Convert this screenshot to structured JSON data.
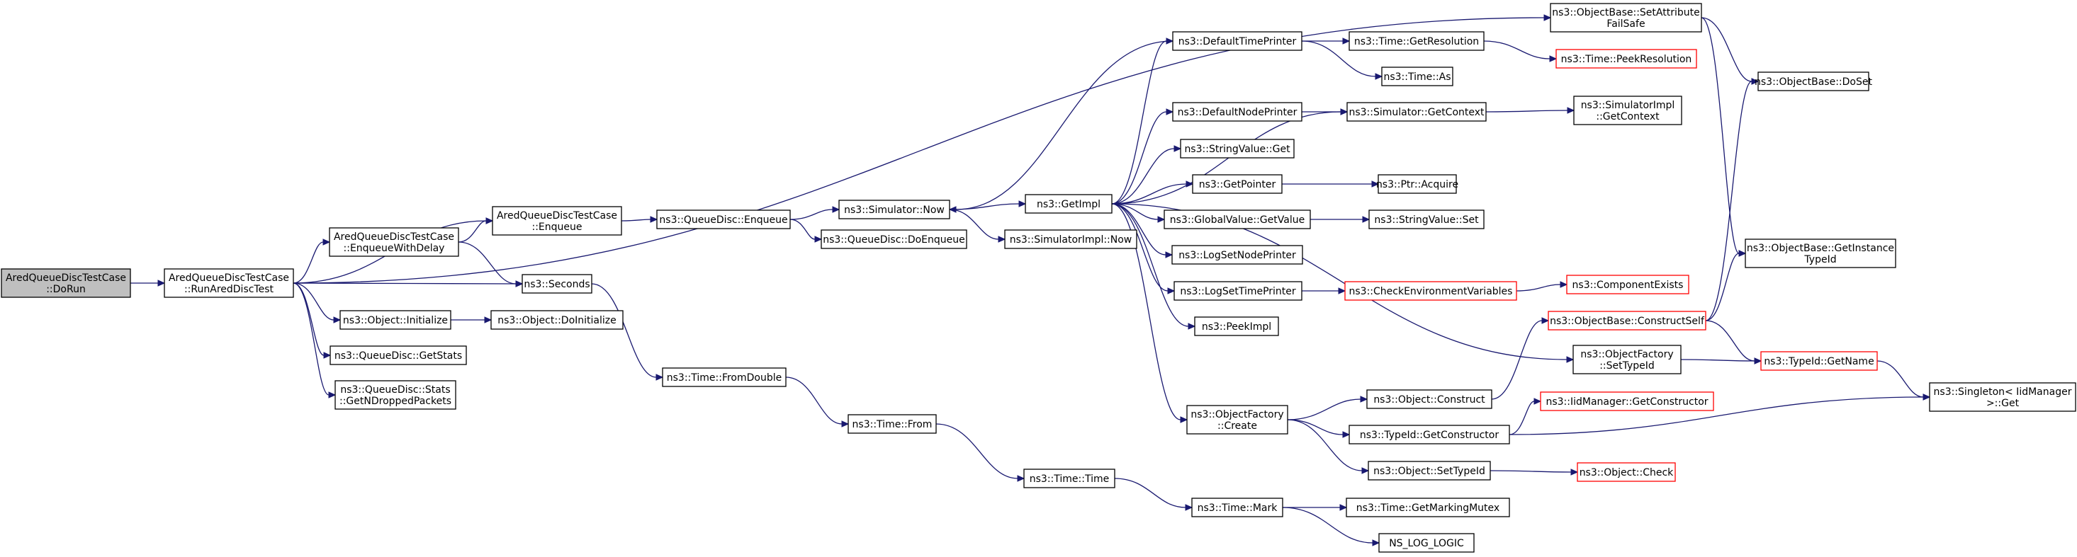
{
  "nodes": [
    {
      "id": "dorun",
      "lines": [
        "AredQueueDiscTestCase",
        "::DoRun"
      ],
      "style": "root"
    },
    {
      "id": "runared",
      "lines": [
        "AredQueueDiscTestCase",
        "::RunAredDiscTest"
      ],
      "style": "normal"
    },
    {
      "id": "enqwd",
      "lines": [
        "AredQueueDiscTestCase",
        "::EnqueueWithDelay"
      ],
      "style": "normal"
    },
    {
      "id": "enq",
      "lines": [
        "AredQueueDiscTestCase",
        "::Enqueue"
      ],
      "style": "normal"
    },
    {
      "id": "seconds",
      "lines": [
        "ns3::Seconds"
      ],
      "style": "normal"
    },
    {
      "id": "objinit",
      "lines": [
        "ns3::Object::Initialize"
      ],
      "style": "normal"
    },
    {
      "id": "getstats",
      "lines": [
        "ns3::QueueDisc::GetStats"
      ],
      "style": "normal"
    },
    {
      "id": "getndrop",
      "lines": [
        "ns3::QueueDisc::Stats",
        "::GetNDroppedPackets"
      ],
      "style": "normal"
    },
    {
      "id": "qdenq",
      "lines": [
        "ns3::QueueDisc::Enqueue"
      ],
      "style": "normal"
    },
    {
      "id": "doinit",
      "lines": [
        "ns3::Object::DoInitialize"
      ],
      "style": "normal"
    },
    {
      "id": "fromdouble",
      "lines": [
        "ns3::Time::FromDouble"
      ],
      "style": "normal"
    },
    {
      "id": "simnow",
      "lines": [
        "ns3::Simulator::Now"
      ],
      "style": "normal"
    },
    {
      "id": "doenq",
      "lines": [
        "ns3::QueueDisc::DoEnqueue"
      ],
      "style": "normal"
    },
    {
      "id": "timefrom",
      "lines": [
        "ns3::Time::From"
      ],
      "style": "normal"
    },
    {
      "id": "getimpl",
      "lines": [
        "ns3::GetImpl"
      ],
      "style": "normal"
    },
    {
      "id": "simimplnow",
      "lines": [
        "ns3::SimulatorImpl::Now"
      ],
      "style": "normal"
    },
    {
      "id": "timetime",
      "lines": [
        "ns3::Time::Time"
      ],
      "style": "normal"
    },
    {
      "id": "deftp",
      "lines": [
        "ns3::DefaultTimePrinter"
      ],
      "style": "normal"
    },
    {
      "id": "defnp",
      "lines": [
        "ns3::DefaultNodePrinter"
      ],
      "style": "normal"
    },
    {
      "id": "strget",
      "lines": [
        "ns3::StringValue::Get"
      ],
      "style": "normal"
    },
    {
      "id": "getptr",
      "lines": [
        "ns3::GetPointer"
      ],
      "style": "normal"
    },
    {
      "id": "gvget",
      "lines": [
        "ns3::GlobalValue::GetValue"
      ],
      "style": "normal"
    },
    {
      "id": "lsnp",
      "lines": [
        "ns3::LogSetNodePrinter"
      ],
      "style": "normal"
    },
    {
      "id": "lstp",
      "lines": [
        "ns3::LogSetTimePrinter"
      ],
      "style": "normal"
    },
    {
      "id": "peekimpl",
      "lines": [
        "ns3::PeekImpl"
      ],
      "style": "normal"
    },
    {
      "id": "ofcreate",
      "lines": [
        "ns3::ObjectFactory",
        "::Create"
      ],
      "style": "normal"
    },
    {
      "id": "timemark",
      "lines": [
        "ns3::Time::Mark"
      ],
      "style": "normal"
    },
    {
      "id": "getres",
      "lines": [
        "ns3::Time::GetResolution"
      ],
      "style": "normal"
    },
    {
      "id": "timeas",
      "lines": [
        "ns3::Time::As"
      ],
      "style": "normal"
    },
    {
      "id": "simgetctx",
      "lines": [
        "ns3::Simulator::GetContext"
      ],
      "style": "normal"
    },
    {
      "id": "ptracq",
      "lines": [
        "ns3::Ptr::Acquire"
      ],
      "style": "normal"
    },
    {
      "id": "strset",
      "lines": [
        "ns3::StringValue::Set"
      ],
      "style": "normal"
    },
    {
      "id": "checkenv",
      "lines": [
        "ns3::CheckEnvironmentVariables"
      ],
      "style": "trunc"
    },
    {
      "id": "objconstruct",
      "lines": [
        "ns3::Object::Construct"
      ],
      "style": "normal"
    },
    {
      "id": "tidgetctor",
      "lines": [
        "ns3::TypeId::GetConstructor"
      ],
      "style": "normal"
    },
    {
      "id": "objsettid",
      "lines": [
        "ns3::Object::SetTypeId"
      ],
      "style": "normal"
    },
    {
      "id": "getmarkmutex",
      "lines": [
        "ns3::Time::GetMarkingMutex"
      ],
      "style": "normal"
    },
    {
      "id": "nslog",
      "lines": [
        "NS_LOG_LOGIC"
      ],
      "style": "normal"
    },
    {
      "id": "setattrfs",
      "lines": [
        "ns3::ObjectBase::SetAttribute",
        "FailSafe"
      ],
      "style": "normal"
    },
    {
      "id": "peekres",
      "lines": [
        "ns3::Time::PeekResolution"
      ],
      "style": "trunc"
    },
    {
      "id": "simimplgetctx",
      "lines": [
        "ns3::SimulatorImpl",
        "::GetContext"
      ],
      "style": "normal"
    },
    {
      "id": "compexists",
      "lines": [
        "ns3::ComponentExists"
      ],
      "style": "trunc"
    },
    {
      "id": "obconstructself",
      "lines": [
        "ns3::ObjectBase::ConstructSelf"
      ],
      "style": "trunc"
    },
    {
      "id": "ofsettid",
      "lines": [
        "ns3::ObjectFactory",
        "::SetTypeId"
      ],
      "style": "normal"
    },
    {
      "id": "iidgetctor",
      "lines": [
        "ns3::IidManager::GetConstructor"
      ],
      "style": "trunc"
    },
    {
      "id": "objcheck",
      "lines": [
        "ns3::Object::Check"
      ],
      "style": "trunc"
    },
    {
      "id": "obdoset",
      "lines": [
        "ns3::ObjectBase::DoSet"
      ],
      "style": "normal"
    },
    {
      "id": "obgetitid",
      "lines": [
        "ns3::ObjectBase::GetInstance",
        "TypeId"
      ],
      "style": "normal"
    },
    {
      "id": "tidgetname",
      "lines": [
        "ns3::TypeId::GetName"
      ],
      "style": "trunc"
    },
    {
      "id": "singletonget",
      "lines": [
        "ns3::Singleton< IidManager",
        " >::Get"
      ],
      "style": "normal"
    }
  ],
  "edges": [
    [
      "dorun",
      "runared"
    ],
    [
      "runared",
      "enqwd"
    ],
    [
      "runared",
      "enq"
    ],
    [
      "runared",
      "seconds"
    ],
    [
      "runared",
      "objinit"
    ],
    [
      "runared",
      "getstats"
    ],
    [
      "runared",
      "getndrop"
    ],
    [
      "runared",
      "setattrfs"
    ],
    [
      "enqwd",
      "enq"
    ],
    [
      "enqwd",
      "seconds"
    ],
    [
      "enq",
      "qdenq"
    ],
    [
      "seconds",
      "fromdouble"
    ],
    [
      "objinit",
      "doinit"
    ],
    [
      "qdenq",
      "simnow"
    ],
    [
      "qdenq",
      "doenq"
    ],
    [
      "fromdouble",
      "timefrom"
    ],
    [
      "simnow",
      "getimpl"
    ],
    [
      "simnow",
      "simimplnow"
    ],
    [
      "timefrom",
      "timetime"
    ],
    [
      "getimpl",
      "deftp"
    ],
    [
      "getimpl",
      "defnp"
    ],
    [
      "getimpl",
      "strget"
    ],
    [
      "getimpl",
      "getptr"
    ],
    [
      "getimpl",
      "gvget"
    ],
    [
      "getimpl",
      "lsnp"
    ],
    [
      "getimpl",
      "lstp"
    ],
    [
      "getimpl",
      "peekimpl"
    ],
    [
      "getimpl",
      "ofcreate"
    ],
    [
      "getimpl",
      "simgetctx"
    ],
    [
      "getimpl",
      "ofsettid"
    ],
    [
      "deftp",
      "simnow"
    ],
    [
      "deftp",
      "getres"
    ],
    [
      "deftp",
      "timeas"
    ],
    [
      "defnp",
      "simgetctx"
    ],
    [
      "getptr",
      "ptracq"
    ],
    [
      "gvget",
      "strset"
    ],
    [
      "lstp",
      "checkenv"
    ],
    [
      "ofcreate",
      "objconstruct"
    ],
    [
      "ofcreate",
      "tidgetctor"
    ],
    [
      "ofcreate",
      "objsettid"
    ],
    [
      "timetime",
      "timemark"
    ],
    [
      "timemark",
      "getmarkmutex"
    ],
    [
      "timemark",
      "nslog"
    ],
    [
      "getres",
      "peekres"
    ],
    [
      "simgetctx",
      "simimplgetctx"
    ],
    [
      "checkenv",
      "compexists"
    ],
    [
      "objconstruct",
      "obconstructself"
    ],
    [
      "tidgetctor",
      "iidgetctor"
    ],
    [
      "tidgetctor",
      "singletonget"
    ],
    [
      "objsettid",
      "objcheck"
    ],
    [
      "setattrfs",
      "obdoset"
    ],
    [
      "setattrfs",
      "obgetitid"
    ],
    [
      "obconstructself",
      "obdoset"
    ],
    [
      "obconstructself",
      "obgetitid"
    ],
    [
      "obconstructself",
      "tidgetname"
    ],
    [
      "ofsettid",
      "tidgetname"
    ],
    [
      "tidgetname",
      "singletonget"
    ]
  ]
}
